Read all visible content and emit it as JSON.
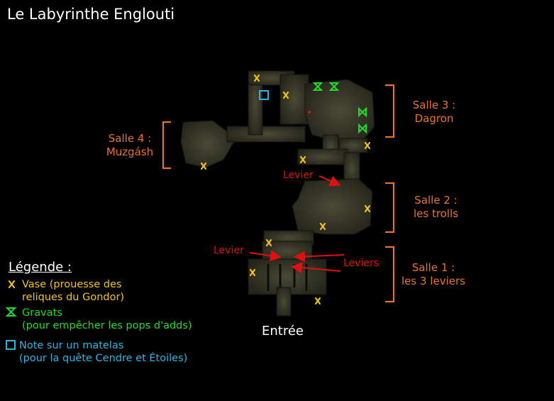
{
  "title": "Le Labyrinthe Englouti",
  "rooms": {
    "salle3": [
      "Salle 3 :",
      "Dagron"
    ],
    "salle4": [
      "Salle 4 :",
      "Muzgásh"
    ],
    "salle2": [
      "Salle 2 :",
      "les trolls"
    ],
    "salle1": [
      "Salle 1 :",
      "les 3 leviers"
    ]
  },
  "labels": {
    "levier_top": "Levier",
    "levier_left": "Levier",
    "leviers_right": "Leviers",
    "entree": "Entrée"
  },
  "legend": {
    "title": "Légende :",
    "vase": [
      "Vase (prouesse des",
      "reliques du Gondor)"
    ],
    "gravats": [
      "Gravats",
      "(pour empêcher les pops d'adds)"
    ],
    "note": [
      "Note sur un matelas",
      "(pour la quête Cendre et Étoiles)"
    ]
  },
  "colors": {
    "vase": "#f2c21a",
    "gravats": "#1fdc2a",
    "note": "#2fb4e6",
    "room_label": "#e8742a",
    "arrow": "#e01010",
    "floor": "#3a3a2c"
  },
  "icons": {
    "vase": "x-mark-icon",
    "gravats": "hourglass-icon",
    "note": "square-outline-icon",
    "levier": "red-arrow-icon"
  }
}
